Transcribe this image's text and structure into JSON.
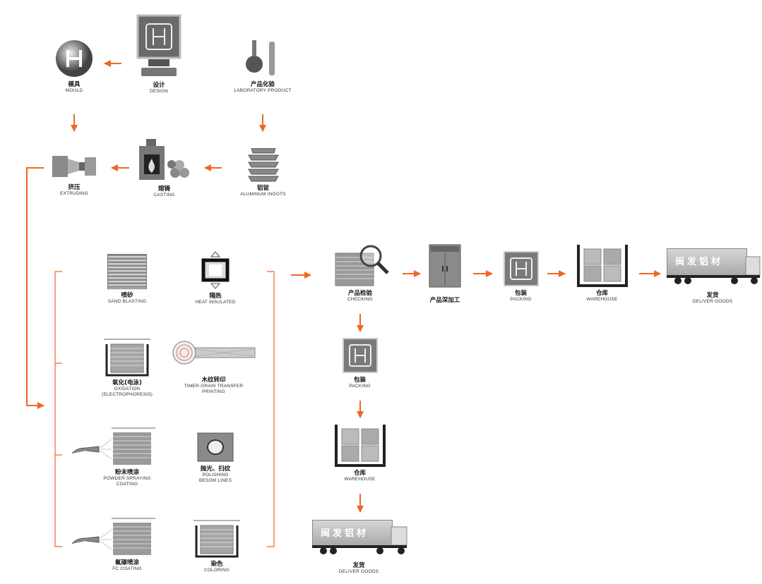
{
  "steps": {
    "mould": {
      "cn": "模具",
      "en": "MOULD"
    },
    "design": {
      "cn": "设计",
      "en": "DESIGN"
    },
    "lab": {
      "cn": "产品化验",
      "en": "LABORATORY PRODUCT"
    },
    "extruding": {
      "cn": "挤压",
      "en": "EXTRUDING"
    },
    "casting": {
      "cn": "熔铸",
      "en": "CASTING"
    },
    "ingots": {
      "cn": "铝锭",
      "en": "ALUMINUM INGOTS"
    },
    "sand": {
      "cn": "喷砂",
      "en": "SAND BLASTING"
    },
    "heat": {
      "cn": "隔热",
      "en": "HEAT INSULATED"
    },
    "oxidation": {
      "cn": "氧化(电泳)",
      "en": "OXIDATION",
      "en2": "(ELECTROPHORESIS)"
    },
    "wood": {
      "cn": "木纹转印",
      "en": "TIMER-GRAIN TRANSFER",
      "en2": "PRINTING"
    },
    "powder": {
      "cn": "粉末喷涂",
      "en": "POWDER SPRAYING",
      "en2": "COATING"
    },
    "polish": {
      "cn": "抛光、扫纹",
      "en": "POLISHING",
      "en2": "BESOM LINES"
    },
    "fc": {
      "cn": "氟碳喷涂",
      "en": "FC COATING"
    },
    "coloring": {
      "cn": "染色",
      "en": "COLORING"
    },
    "checking": {
      "cn": "产品检验",
      "en": "CHECKING"
    },
    "deep": {
      "cn": "产品深加工"
    },
    "packing1": {
      "cn": "包装",
      "en": "PACKING"
    },
    "warehouse1": {
      "cn": "仓库",
      "en": "WAREHOUSE"
    },
    "deliver1": {
      "cn": "发货",
      "en": "DELIVER GOODS"
    },
    "packing2": {
      "cn": "包装",
      "en": "PACKING"
    },
    "warehouse2": {
      "cn": "仓库",
      "en": "WAREHOUSE"
    },
    "deliver2": {
      "cn": "发货",
      "en": "DELIVER GOODS"
    }
  },
  "truck_text": "闽发铝材",
  "colors": {
    "arrow": "#f26522",
    "icon_dark": "#5a5a5a",
    "icon_light": "#d0d0d0"
  },
  "icons": [
    "sphere-icon",
    "monitor-icon",
    "flask-icon",
    "extruder-icon",
    "furnace-icon",
    "ingot-stack-icon",
    "magnifier-icon",
    "cabinet-icon",
    "box-icon",
    "truck-icon"
  ]
}
